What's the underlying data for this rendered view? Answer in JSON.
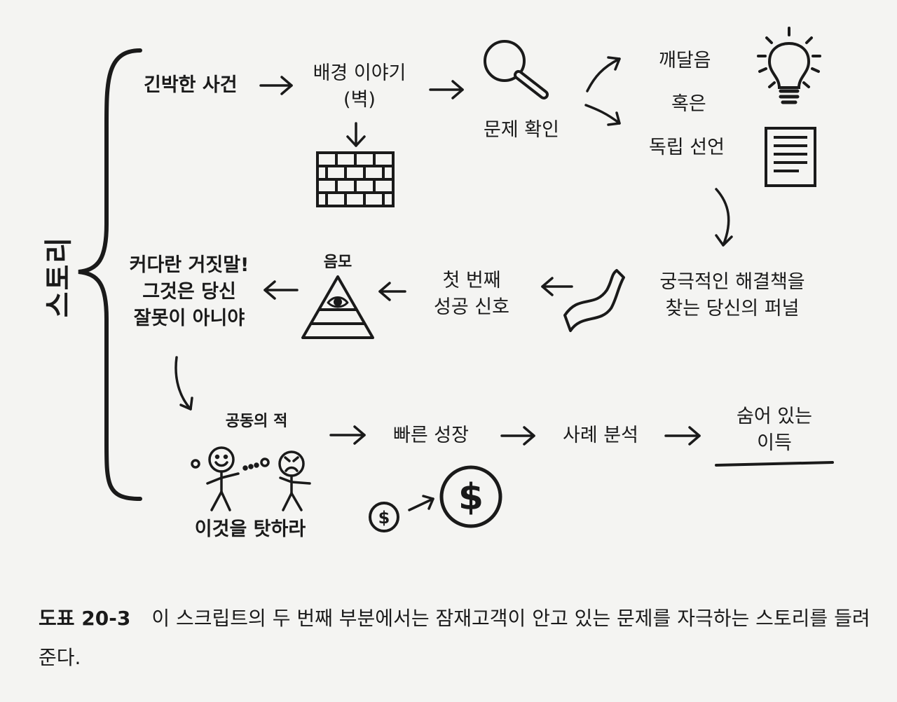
{
  "vertical_title": "스토리",
  "nodes": {
    "inciting_incident": "긴박한 사건",
    "backstory_line1": "배경 이야기",
    "backstory_line2": "(벽)",
    "problem_identified": "문제 확인",
    "epiphany_line1": "깨달음",
    "epiphany_line2": "혹은",
    "epiphany_line3": "독립 선언",
    "funnel_line1": "궁극적인 해결책을",
    "funnel_line2": "찾는 당신의 퍼널",
    "first_success_line1": "첫 번째",
    "first_success_line2": "성공 신호",
    "conspiracy": "음모",
    "big_lie_line1": "커다란 거짓말!",
    "big_lie_line2": "그것은 당신",
    "big_lie_line3": "잘못이 아니야",
    "common_enemy": "공동의 적",
    "blame_it": "이것을 탓하라",
    "fast_growth": "빠른 성장",
    "case_study": "사례 분석",
    "hidden_benefit_line1": "숨어 있는",
    "hidden_benefit_line2": "이득"
  },
  "icons": [
    "magnifier-icon",
    "brick-wall-icon",
    "lightbulb-icon",
    "document-icon",
    "funnel-ribbon-icon",
    "pyramid-eye-icon",
    "stick-figures-icon",
    "coin-small-icon",
    "coin-large-icon"
  ],
  "caption": {
    "number": "도표 20-3",
    "text": "이 스크립트의 두 번째 부분에서는 잠재고객이 안고 있는 문제를 자극하는 스토리를 들려준다."
  }
}
